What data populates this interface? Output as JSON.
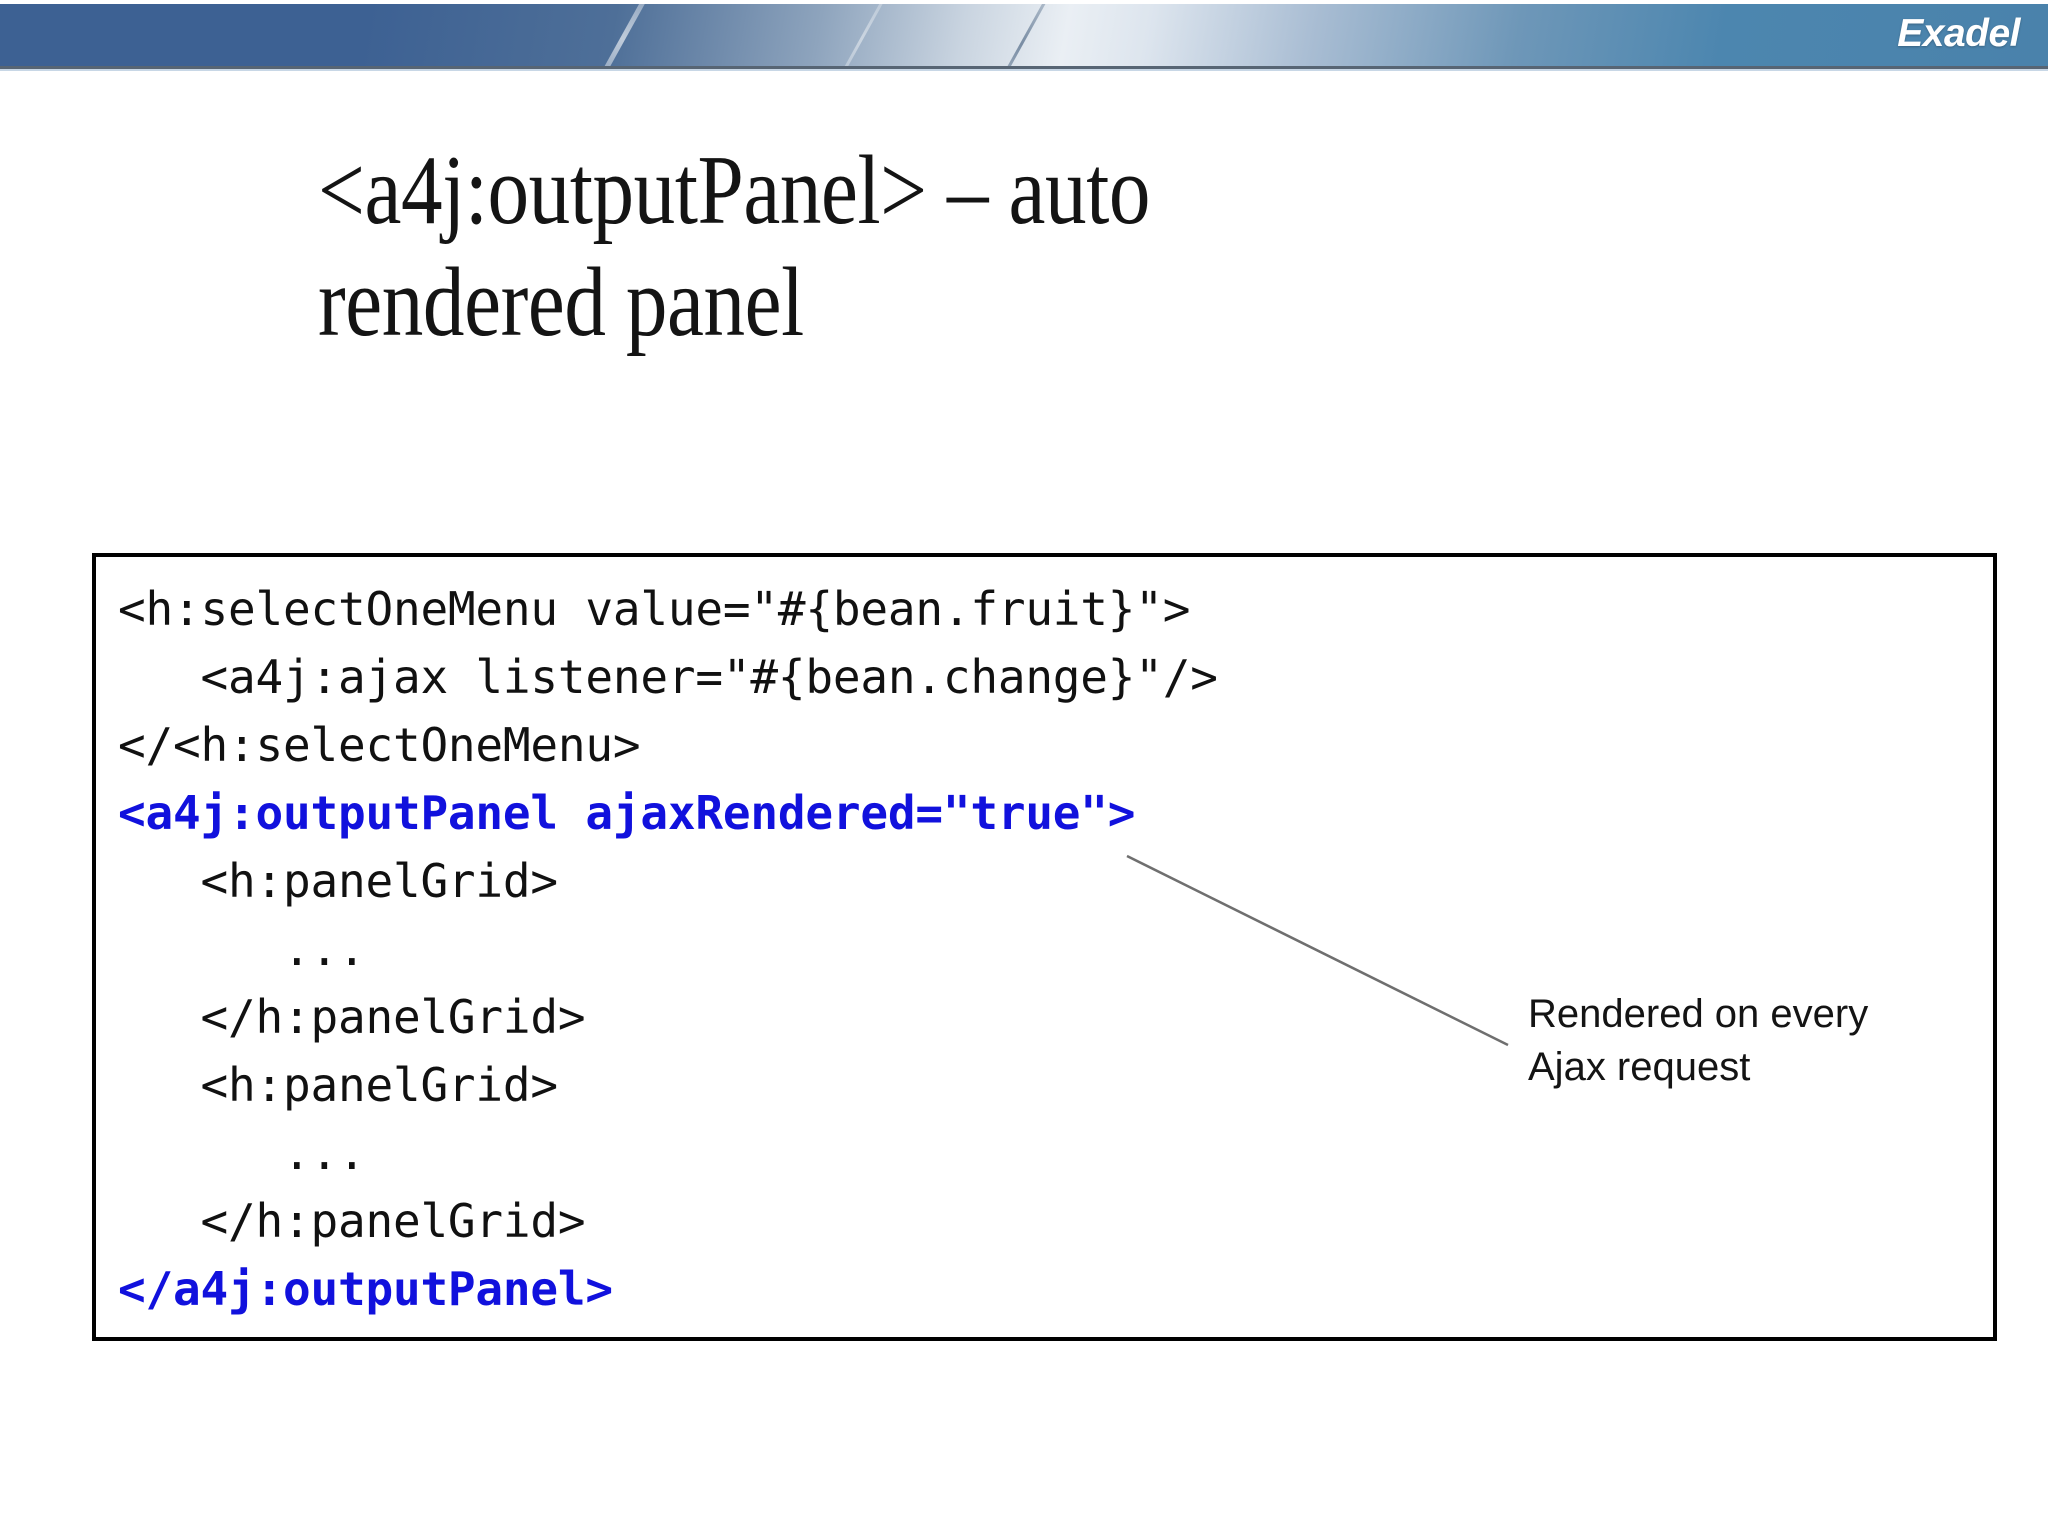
{
  "slide": {
    "brand": {
      "logo_text": "Exadel",
      "banner_left_color": "#3d6193",
      "banner_right_color": "#4a82ab",
      "banner_highlight_color": "#eaeff4"
    },
    "title": {
      "line1": "<a4j:outputPanel> – auto",
      "line2": "rendered panel"
    },
    "code_block": {
      "border_color": "#000000",
      "text_color": "#111111",
      "highlight_color": "#1111dd",
      "lines": [
        {
          "text": "<h:selectOneMenu value=\"#{bean.fruit}\">",
          "highlight": false
        },
        {
          "text": "   <a4j:ajax listener=\"#{bean.change}\"/>",
          "highlight": false
        },
        {
          "text": "</<h:selectOneMenu>",
          "highlight": false
        },
        {
          "text": "<a4j:outputPanel ajaxRendered=\"true\">",
          "highlight": true
        },
        {
          "text": "   <h:panelGrid>",
          "highlight": false
        },
        {
          "text": "      ...",
          "highlight": false
        },
        {
          "text": "   </h:panelGrid>",
          "highlight": false
        },
        {
          "text": "   <h:panelGrid>",
          "highlight": false
        },
        {
          "text": "      ...",
          "highlight": false
        },
        {
          "text": "   </h:panelGrid>",
          "highlight": false
        },
        {
          "text": "</a4j:outputPanel>",
          "highlight": true
        }
      ]
    },
    "annotation": {
      "line1": "Rendered on every",
      "line2": "Ajax request",
      "leader_color": "#6f6f6f"
    }
  }
}
